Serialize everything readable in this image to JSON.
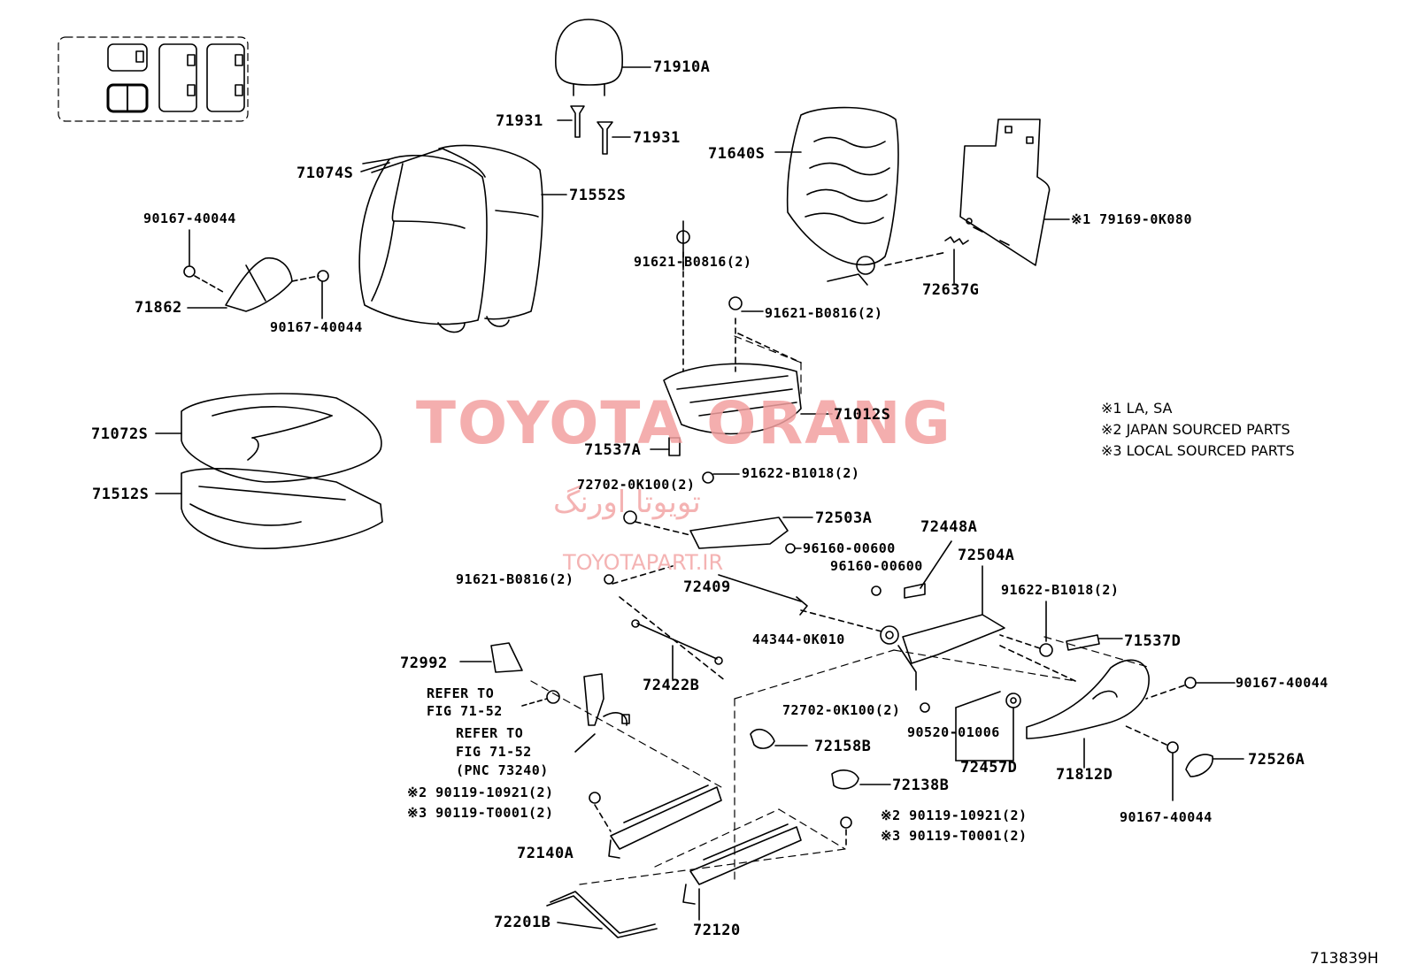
{
  "watermark": {
    "brand": "TOYOTA ORANG",
    "persian": "تویوتا اورنگ",
    "url": "TOYOTAPART.IR"
  },
  "figure_number": "713839H",
  "notes": [
    "※1 LA, SA",
    "※2 JAPAN SOURCED PARTS",
    "※3 LOCAL SOURCED PARTS"
  ],
  "parts": {
    "p71910A": "71910A",
    "p71931a": "71931",
    "p71931b": "71931",
    "p71640S": "71640S",
    "p79169": "※1 79169-0K080",
    "p71074S": "71074S",
    "p71552S": "71552S",
    "p90167_40044_a": "90167-40044",
    "p71862": "71862",
    "p90167_40044_b": "90167-40044",
    "p91621_B0816_a": "91621-B0816(2)",
    "p91621_B0816_b": "91621-B0816(2)",
    "p72637G": "72637G",
    "p71072S": "71072S",
    "p71012S": "71012S",
    "p71537A": "71537A",
    "p71512S": "71512S",
    "p91622_B1018_a": "91622-B1018(2)",
    "p72702_0K100_a": "72702-0K100(2)",
    "p72503A": "72503A",
    "p72448A": "72448A",
    "p96160_00600_a": "96160-00600",
    "p96160_00600_b": "96160-00600",
    "p72504A": "72504A",
    "p91621_B0816_c": "91621-B0816(2)",
    "p72409": "72409",
    "p91622_B1018_b": "91622-B1018(2)",
    "p44344": "44344-0K010",
    "p71537D": "71537D",
    "p72992": "72992",
    "p90167_40044_c": "90167-40044",
    "refer1_line1": "REFER TO",
    "refer1_line2": "FIG 71-52",
    "p72422B": "72422B",
    "p72702_0K100_b": "72702-0K100(2)",
    "refer2_line1": "REFER TO",
    "refer2_line2": "FIG 71-52",
    "refer2_line3": "(PNC 73240)",
    "p90520": "90520-01006",
    "p72158B": "72158B",
    "p72457D": "72457D",
    "p71812D": "71812D",
    "p72526A": "72526A",
    "p72138B": "72138B",
    "p90119_10921_a": "※2 90119-10921(2)",
    "p90119_T0001_a": "※3 90119-T0001(2)",
    "p90167_40044_d": "90167-40044",
    "p90119_10921_b": "※2 90119-10921(2)",
    "p90119_T0001_b": "※3 90119-T0001(2)",
    "p72140A": "72140A",
    "p72201B": "72201B",
    "p72120": "72120"
  }
}
